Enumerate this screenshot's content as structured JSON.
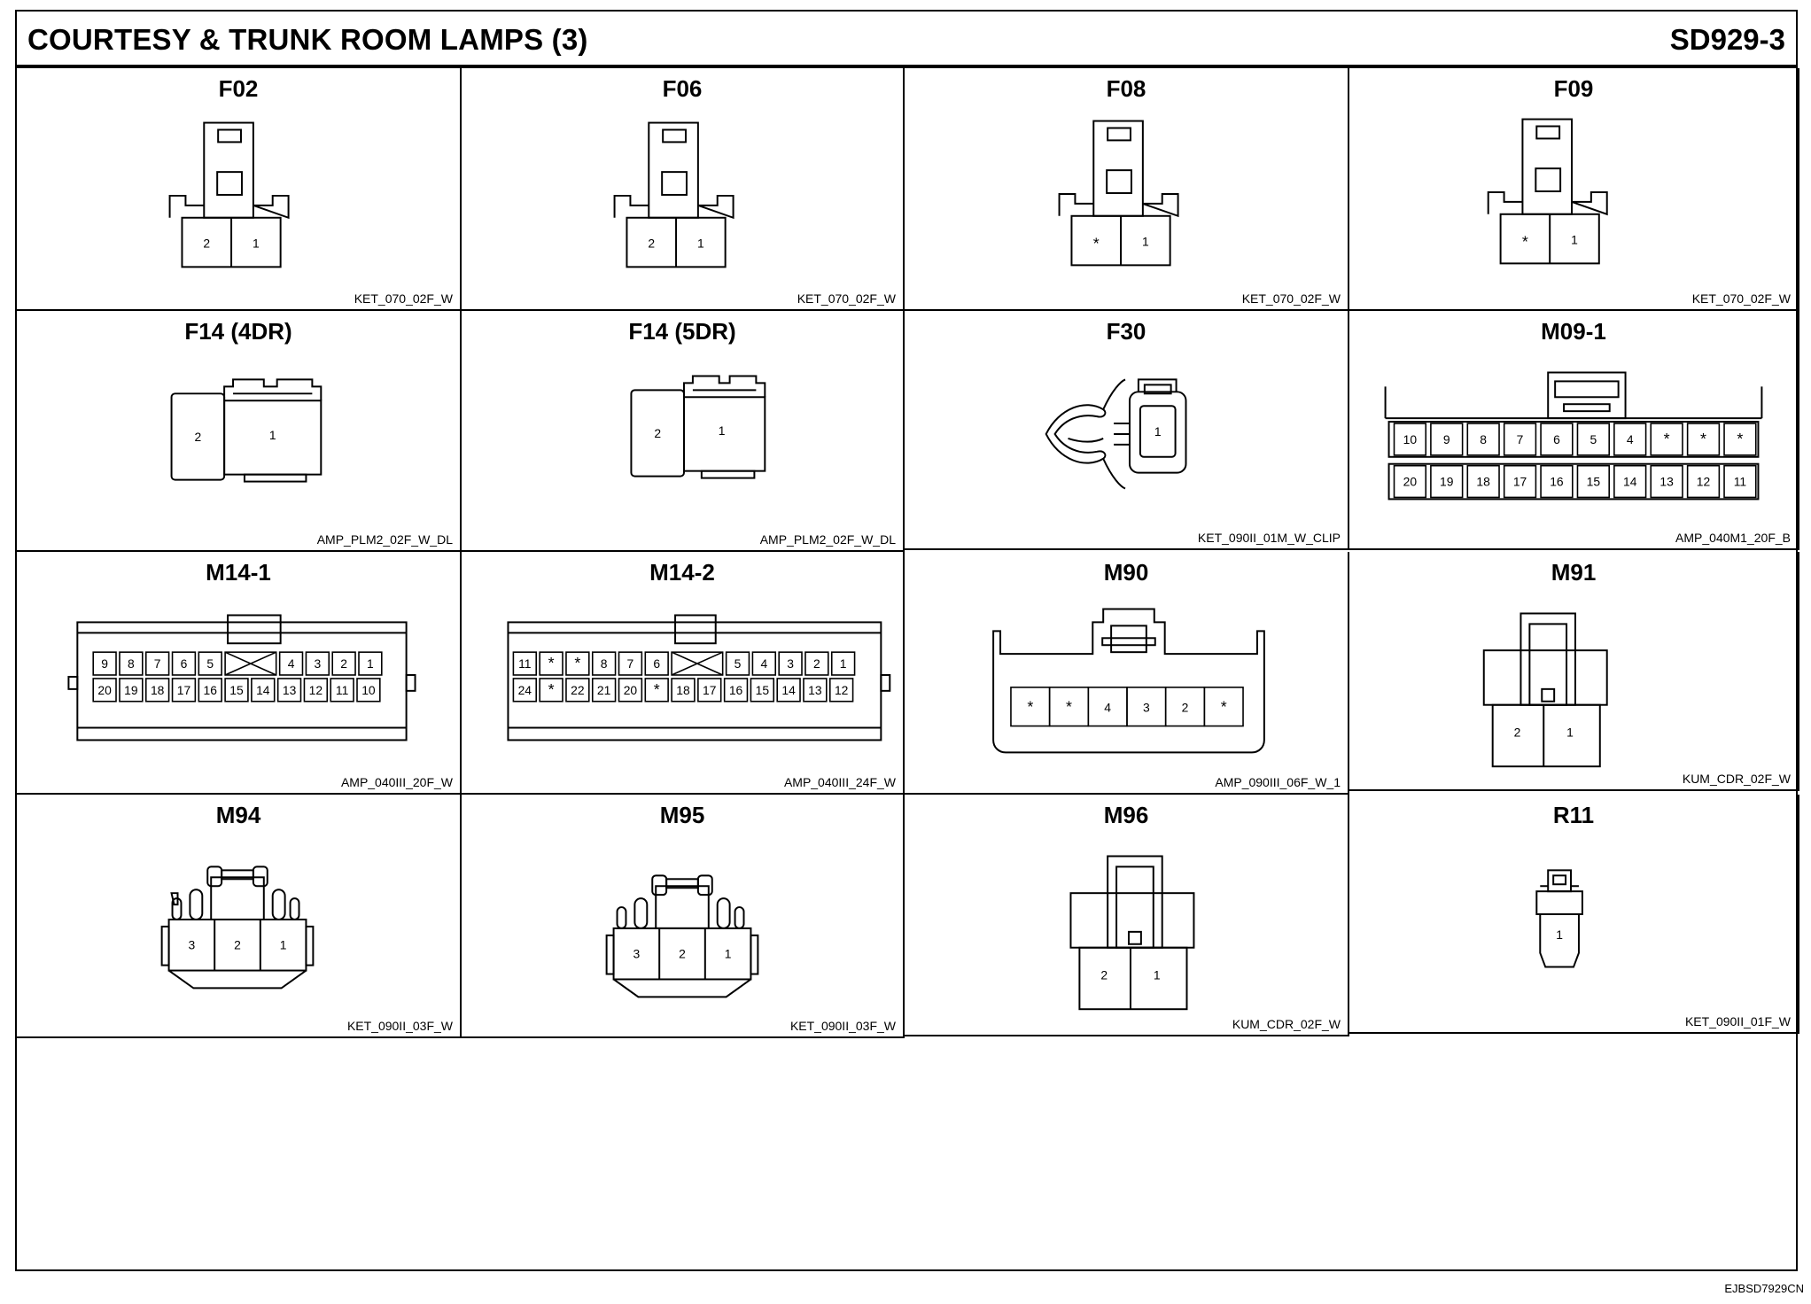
{
  "header": {
    "title": "COURTESY & TRUNK ROOM LAMPS (3)",
    "code": "SD929-3"
  },
  "footer": {
    "code": "EJBSD7929CN"
  },
  "connectors": [
    {
      "name": "F02",
      "part": "KET_070_02F_W",
      "icon": "two-pin-latch-connector-icon",
      "pins": [
        "2",
        "1"
      ]
    },
    {
      "name": "F06",
      "part": "KET_070_02F_W",
      "icon": "two-pin-latch-connector-icon",
      "pins": [
        "2",
        "1"
      ]
    },
    {
      "name": "F08",
      "part": "KET_070_02F_W",
      "icon": "two-pin-latch-connector-icon",
      "pins": [
        "*",
        "1"
      ]
    },
    {
      "name": "F09",
      "part": "KET_070_02F_W",
      "icon": "two-pin-latch-connector-icon",
      "pins": [
        "*",
        "1"
      ]
    },
    {
      "name": "F14 (4DR)",
      "part": "AMP_PLM2_02F_W_DL",
      "icon": "side-latch-connector-icon",
      "pins": [
        "2",
        "1"
      ]
    },
    {
      "name": "F14 (5DR)",
      "part": "AMP_PLM2_02F_W_DL",
      "icon": "side-latch-connector-icon",
      "pins": [
        "2",
        "1"
      ]
    },
    {
      "name": "F30",
      "part": "KET_090II_01M_W_CLIP",
      "icon": "clip-connector-icon",
      "pins": [
        "1"
      ]
    },
    {
      "name": "M09-1",
      "part": "AMP_040M1_20F_B",
      "icon": "twenty-pin-connector-icon",
      "rows": [
        [
          "10",
          "9",
          "8",
          "7",
          "6",
          "5",
          "4",
          "*",
          "*",
          "*"
        ],
        [
          "20",
          "19",
          "18",
          "17",
          "16",
          "15",
          "14",
          "13",
          "12",
          "11"
        ]
      ]
    },
    {
      "name": "M14-1",
      "part": "AMP_040III_20F_W",
      "icon": "wide-connector-icon",
      "rows": [
        [
          "9",
          "8",
          "7",
          "6",
          "5",
          "X",
          "4",
          "3",
          "2",
          "1"
        ],
        [
          "20",
          "19",
          "18",
          "17",
          "16",
          "15",
          "14",
          "13",
          "12",
          "11",
          "10"
        ]
      ]
    },
    {
      "name": "M14-2",
      "part": "AMP_040III_24F_W",
      "icon": "wide-connector-icon",
      "rows": [
        [
          "11",
          "*",
          "*",
          "8",
          "7",
          "6",
          "X",
          "5",
          "4",
          "3",
          "2",
          "1"
        ],
        [
          "24",
          "*",
          "22",
          "21",
          "20",
          "*",
          "18",
          "17",
          "16",
          "15",
          "14",
          "13",
          "12"
        ]
      ]
    },
    {
      "name": "M90",
      "part": "AMP_090III_06F_W_1",
      "icon": "six-pin-connector-icon",
      "pins": [
        "*",
        "*",
        "4",
        "3",
        "2",
        "*"
      ]
    },
    {
      "name": "M91",
      "part": "KUM_CDR_02F_W",
      "icon": "tall-latch-connector-icon",
      "pins": [
        "2",
        "1"
      ]
    },
    {
      "name": "M94",
      "part": "KET_090II_03F_W",
      "icon": "three-pin-round-connector-icon",
      "pins": [
        "3",
        "2",
        "1"
      ]
    },
    {
      "name": "M95",
      "part": "KET_090II_03F_W",
      "icon": "three-pin-round-connector-icon",
      "pins": [
        "3",
        "2",
        "1"
      ]
    },
    {
      "name": "M96",
      "part": "KUM_CDR_02F_W",
      "icon": "tall-latch-connector-icon",
      "pins": [
        "2",
        "1"
      ]
    },
    {
      "name": "R11",
      "part": "KET_090II_01F_W",
      "icon": "single-pin-connector-icon",
      "pins": [
        "1"
      ]
    }
  ]
}
